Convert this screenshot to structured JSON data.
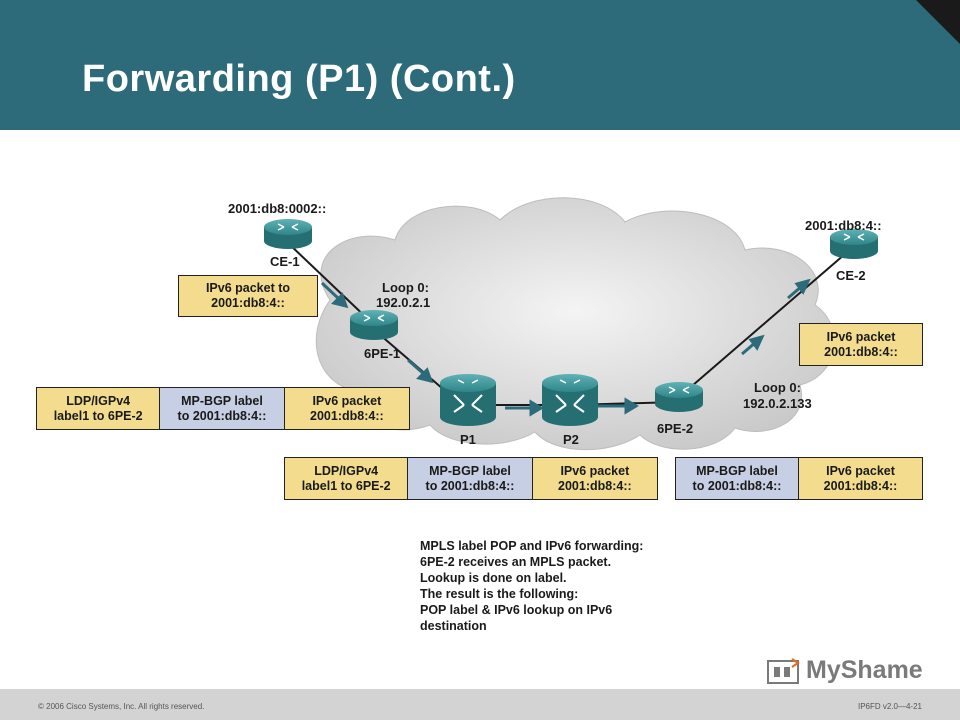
{
  "title": "Forwarding (P1) (Cont.)",
  "footer": {
    "copyright": "© 2006 Cisco Systems, Inc. All rights reserved.",
    "course": "IP6FD v2.0—4-21",
    "logo_text": "MyShame"
  },
  "nodes": {
    "ce1": "CE-1",
    "ce1_addr": "2001:db8:0002::",
    "pe1": "6PE-1",
    "pe1_loop_title": "Loop 0:",
    "pe1_loop_addr": "192.0.2.1",
    "p1": "P1",
    "p2": "P2",
    "pe2": "6PE-2",
    "pe2_loop_title": "Loop 0:",
    "pe2_loop_addr": "192.0.2.133",
    "ce2": "CE-2",
    "ce2_addr": "2001:db8:4::"
  },
  "packets": {
    "ce1_packet": [
      "IPv6 packet to",
      "2001:db8:4::"
    ],
    "stack1": [
      [
        "LDP/IGPv4",
        "label1 to 6PE-2"
      ],
      [
        "MP-BGP label",
        "to 2001:db8:4::"
      ],
      [
        "IPv6 packet",
        "2001:db8:4::"
      ]
    ],
    "stack2": [
      [
        "LDP/IGPv4",
        "label1 to 6PE-2"
      ],
      [
        "MP-BGP label",
        "to 2001:db8:4::"
      ],
      [
        "IPv6 packet",
        "2001:db8:4::"
      ]
    ],
    "stack3": [
      [
        "MP-BGP label",
        "to 2001:db8:4::"
      ],
      [
        "IPv6 packet",
        "2001:db8:4::"
      ]
    ],
    "ce2_packet": [
      "IPv6 packet",
      "2001:db8:4::"
    ]
  },
  "note": [
    "MPLS label POP and IPv6 forwarding:",
    "6PE-2 receives an MPLS packet.",
    "Lookup is done on label.",
    "The result is the following:",
    "POP label & IPv6 lookup on IPv6",
    "destination"
  ],
  "colors": {
    "header": "#2e6b7a",
    "router": "#3a8f95",
    "ipv6_box": "#f3dc8e",
    "label_box": "#c6cfe3",
    "arrow": "#2e6b7a"
  }
}
